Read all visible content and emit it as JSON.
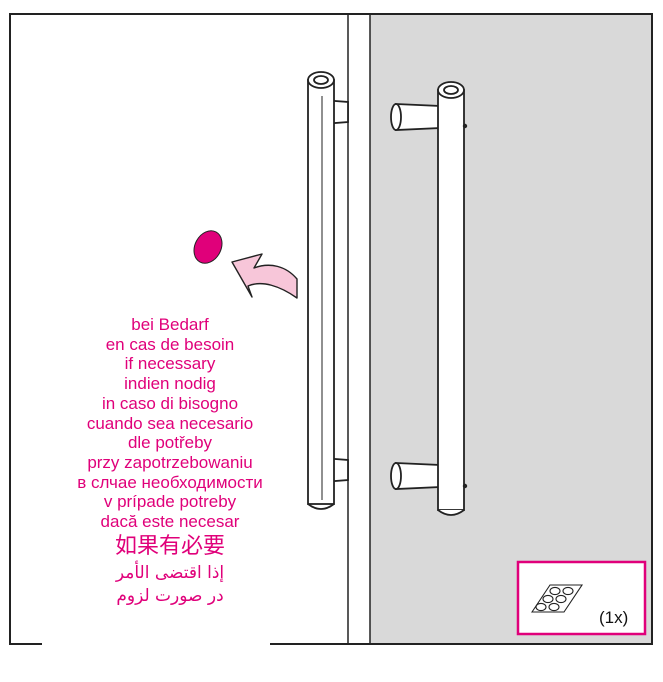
{
  "instructions": [
    "bei Bedarf",
    "en cas de besoin",
    "if necessary",
    "indien nodig",
    "in caso di bisogno",
    "cuando sea necesario",
    "dle potřeby",
    "przy zapotrzebowaniu",
    "в слчае необходимости",
    "v prípade potreby",
    "dacă este necesar",
    "如果有必要",
    "إذا اقتضى الأمر",
    "در صورت لزوم"
  ],
  "parts_box": {
    "quantity": "(1x)",
    "icon": "adhesive-pads-sheet-icon"
  },
  "colors": {
    "accent": "#e0007a",
    "arrow": "#f7c6d9",
    "door_panel": "#d9d9d9",
    "outline": "#222222"
  }
}
